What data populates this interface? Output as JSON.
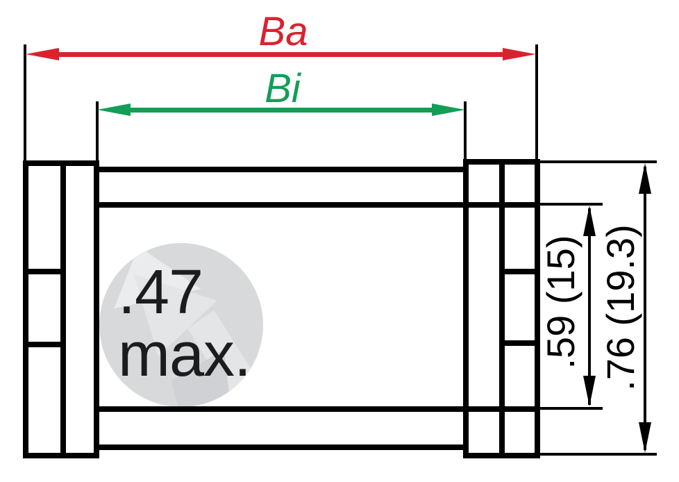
{
  "drawing": {
    "labels": {
      "outer_width": "Ba",
      "inner_width": "Bi",
      "clearance_value": ".47",
      "clearance_suffix": "max.",
      "inner_height": ".59 (15)",
      "outer_height": ".76 (19.3)"
    },
    "colors": {
      "outer-width-accent": "#d8232e",
      "inner-width-accent": "#129e57",
      "ink": "#000000",
      "note-ink": "#1c1c1c",
      "canvas": "#ffffff",
      "watermark-base": "#d8d9db",
      "watermark-light": "#e4e5e7",
      "watermark-lighter": "#ebecee",
      "watermark-mid": "#cfd1d4"
    }
  }
}
